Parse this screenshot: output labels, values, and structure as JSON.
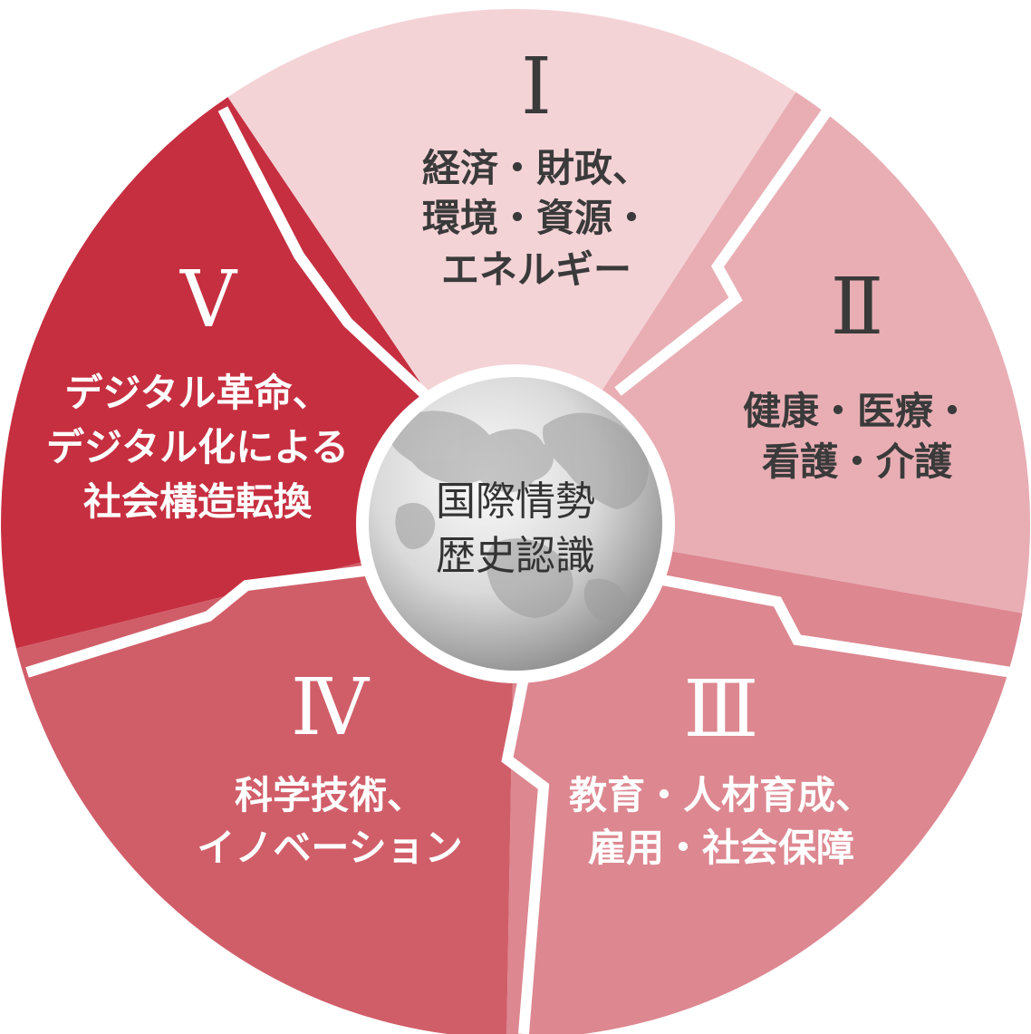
{
  "center": {
    "lines": [
      "国際情勢",
      "歴史認識"
    ]
  },
  "segments": [
    {
      "id": "I",
      "numeral": "Ⅰ",
      "lines": [
        "経済・財政、",
        "環境・資源・",
        "エネルギー"
      ],
      "fill": "#f4d3d6",
      "text_color": "#3a3a3a"
    },
    {
      "id": "II",
      "numeral": "Ⅱ",
      "lines": [
        "健康・医療・",
        "看護・介護"
      ],
      "fill": "#e8aeb4",
      "text_color": "#3a3a3a"
    },
    {
      "id": "III",
      "numeral": "Ⅲ",
      "lines": [
        "教育・人材育成、",
        "雇用・社会保障"
      ],
      "fill": "#dd8790",
      "text_color": "#ffffff"
    },
    {
      "id": "IV",
      "numeral": "Ⅳ",
      "lines": [
        "科学技術、",
        "イノベーション"
      ],
      "fill": "#d05e69",
      "text_color": "#ffffff"
    },
    {
      "id": "V",
      "numeral": "Ⅴ",
      "lines": [
        "デジタル革命、",
        "デジタル化による",
        "社会構造転換"
      ],
      "fill": "#c62f40",
      "text_color": "#ffffff"
    }
  ],
  "colors": {
    "separator": "#ffffff",
    "globe_light": "#f4f4f4",
    "globe_dark": "#8e8e8e",
    "globe_text": "#333333"
  }
}
